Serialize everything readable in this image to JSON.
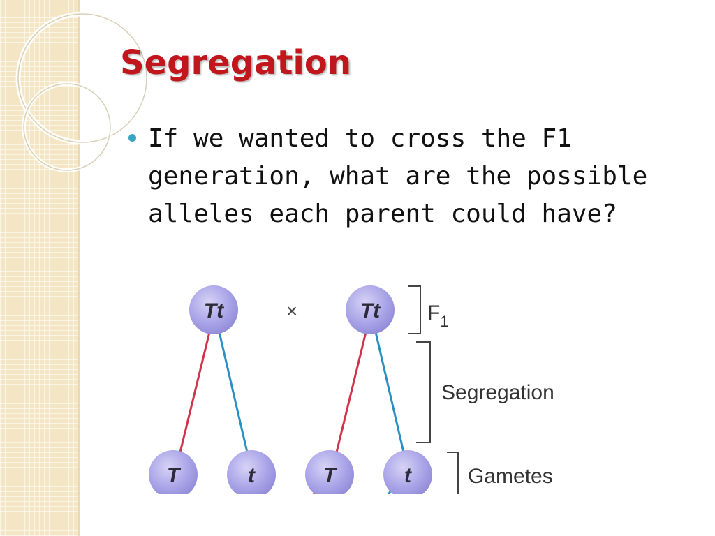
{
  "slide": {
    "title": "Segregation",
    "bullets": [
      "If we wanted to cross the F1 generation, what are the possible alleles each parent could have?"
    ]
  },
  "diagram": {
    "parents": [
      {
        "genotype": "Tt"
      },
      {
        "genotype": "Tt"
      }
    ],
    "cross_symbol": "×",
    "gametes": [
      "T",
      "t",
      "T",
      "t"
    ],
    "bracket_labels": {
      "f1": "F",
      "f1_subscript": "1",
      "segregation": "Segregation",
      "gametes": "Gametes"
    }
  },
  "colors": {
    "title": "#c0161c",
    "bullet": "#3aa4c4",
    "dominant_line": "#d0344a",
    "recessive_line": "#2a8fc2",
    "node_fill": "#a9a4e6"
  }
}
